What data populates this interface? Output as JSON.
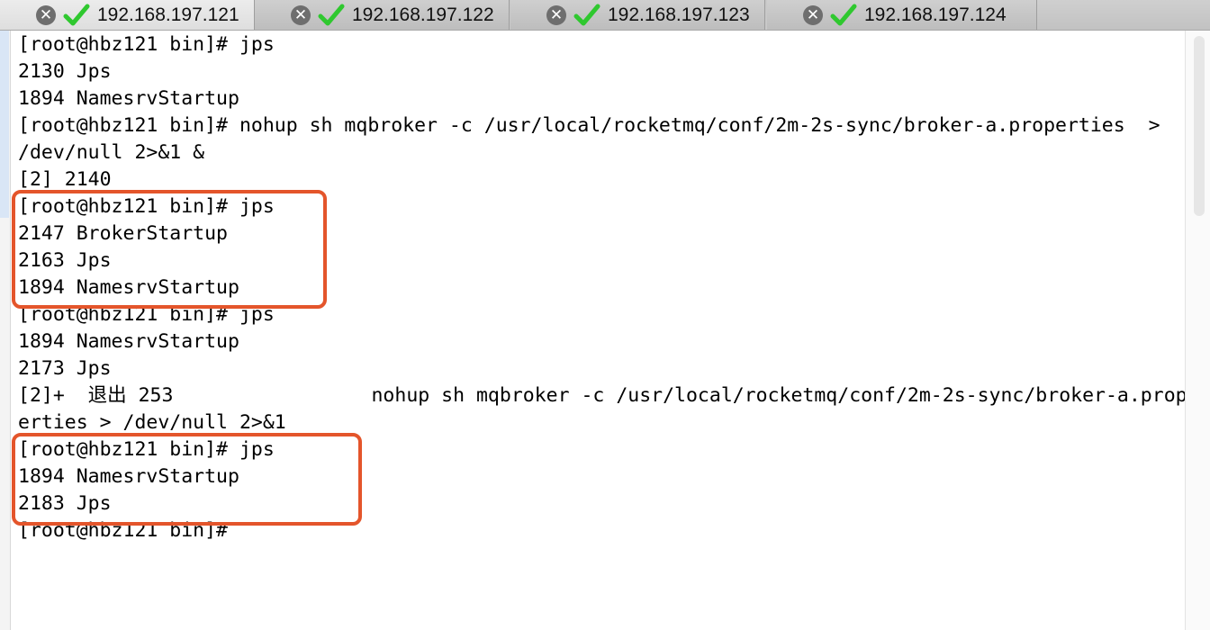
{
  "tabs": [
    {
      "label": "192.168.197.121",
      "active": true
    },
    {
      "label": "192.168.197.122",
      "active": false
    },
    {
      "label": "192.168.197.123",
      "active": false
    },
    {
      "label": "192.168.197.124",
      "active": false
    }
  ],
  "terminal": {
    "lines": [
      "[root@hbz121 bin]# jps",
      "2130 Jps",
      "1894 NamesrvStartup",
      "[root@hbz121 bin]# nohup sh mqbroker -c /usr/local/rocketmq/conf/2m-2s-sync/broker-a.properties  >",
      "/dev/null 2>&1 &",
      "[2] 2140",
      "[root@hbz121 bin]# jps",
      "2147 BrokerStartup",
      "2163 Jps",
      "1894 NamesrvStartup",
      "[root@hbz121 bin]# jps",
      "1894 NamesrvStartup",
      "2173 Jps",
      "[2]+  退出 253                 nohup sh mqbroker -c /usr/local/rocketmq/conf/2m-2s-sync/broker-a.prop",
      "erties > /dev/null 2>&1",
      "[root@hbz121 bin]# jps",
      "1894 NamesrvStartup",
      "2183 Jps",
      "[root@hbz121 bin]#"
    ]
  },
  "colors": {
    "highlight": "#e4552b",
    "check": "#2fc82f"
  },
  "icons": {
    "tab_close": "close-circle-icon",
    "tab_status": "checkmark-icon"
  }
}
